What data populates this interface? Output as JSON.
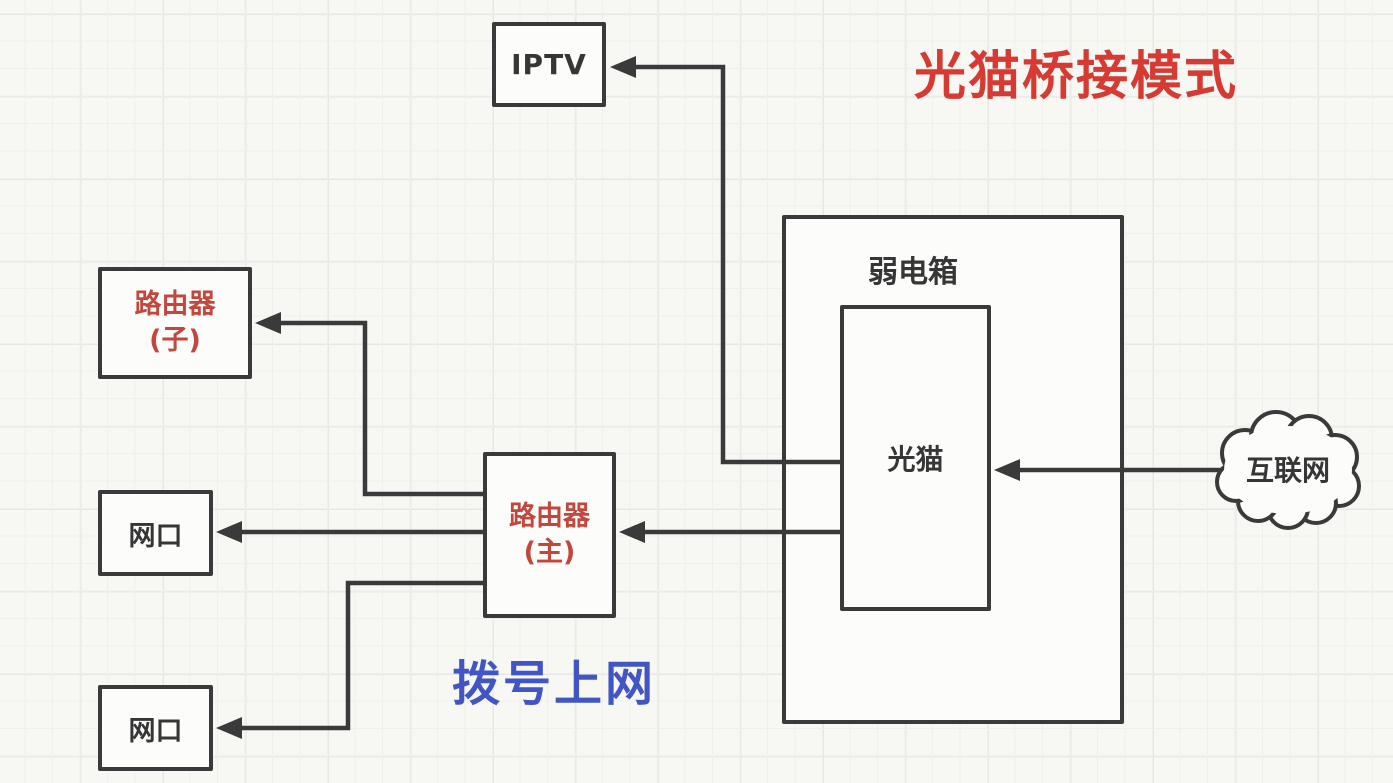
{
  "title": {
    "text": "光猫桥接模式",
    "color": "#d63a32"
  },
  "caption": {
    "text": "拨号上网",
    "color": "#4156c4"
  },
  "nodes": {
    "iptv": {
      "label": "IPTV"
    },
    "weak_box": {
      "label": "弱电箱"
    },
    "modem": {
      "label": "光猫"
    },
    "internet": {
      "label": "互联网"
    },
    "router_child": {
      "line1": "路由器",
      "line2": "(子)"
    },
    "router_main": {
      "line1": "路由器",
      "line2": "(主)"
    },
    "port_top": {
      "label": "网口"
    },
    "port_bottom": {
      "label": "网口"
    }
  },
  "edges": [
    {
      "from": "internet",
      "to": "modem",
      "arrow": "into-modem-right"
    },
    {
      "from": "modem",
      "to": "iptv",
      "arrow": "into-iptv-right"
    },
    {
      "from": "modem",
      "to": "router_main",
      "arrow": "into-router-main-right"
    },
    {
      "from": "router_main",
      "to": "router_child",
      "arrow": "into-router-child-right"
    },
    {
      "from": "router_main",
      "to": "port_top",
      "arrow": "into-port-top-right"
    },
    {
      "from": "router_main",
      "to": "port_bottom",
      "arrow": "into-port-bottom-right"
    }
  ],
  "colors": {
    "line": "#3a3a3a",
    "title_red": "#d63a32",
    "router_red": "#c4463c",
    "caption_blue": "#4156c4",
    "background": "#f7f7f4"
  }
}
